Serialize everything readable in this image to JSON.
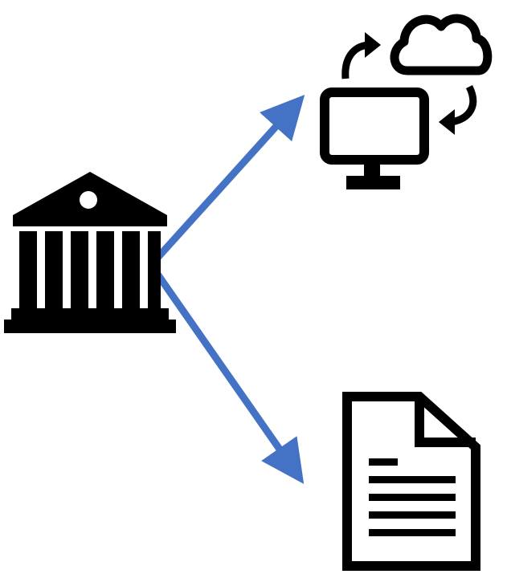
{
  "diagram": {
    "icons": [
      {
        "id": "bank",
        "icon": "bank-building-icon"
      },
      {
        "id": "computer",
        "icon": "computer-monitor-icon"
      },
      {
        "id": "cloud",
        "icon": "cloud-icon"
      },
      {
        "id": "sync",
        "icon": "sync-arrows-icon"
      },
      {
        "id": "document",
        "icon": "document-icon"
      }
    ],
    "connections": [
      {
        "from": "bank",
        "to": "computer"
      },
      {
        "from": "bank",
        "to": "document"
      }
    ],
    "colors": {
      "icon": "#000000",
      "arrow": "#4472C4",
      "background": "#FFFFFF"
    }
  }
}
